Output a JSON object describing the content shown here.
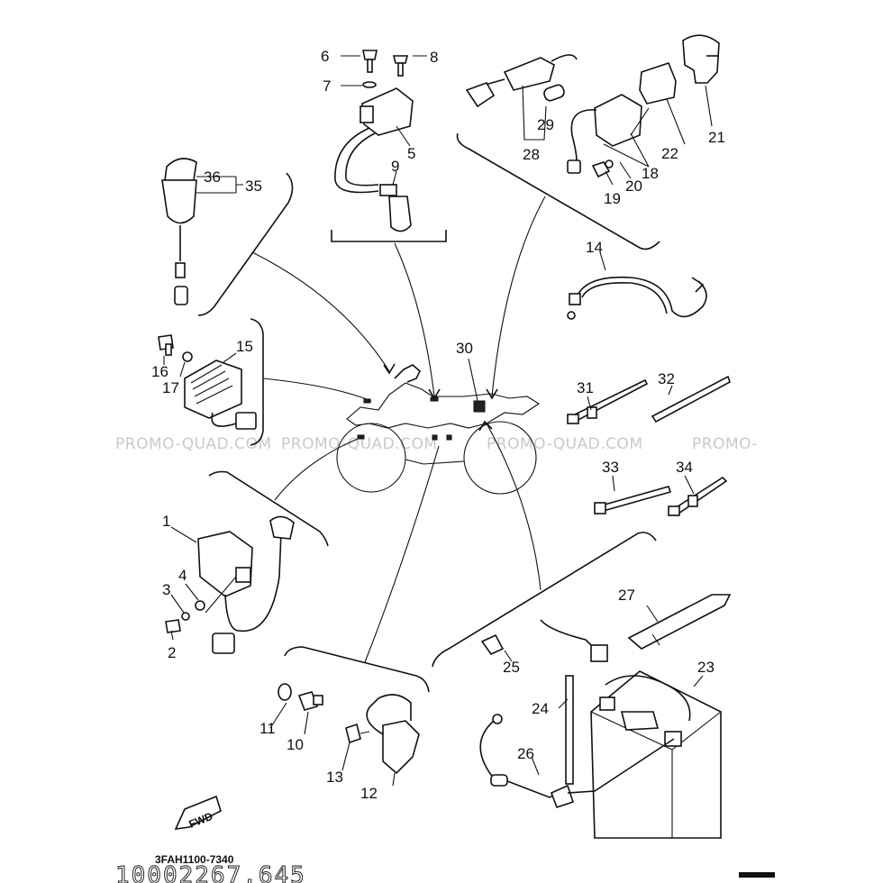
{
  "watermarks": [
    "PROMO-QUAD.COM",
    "PROMO-QUAD.COM",
    "PROMO-QUAD.COM",
    "PROMO-"
  ],
  "diagram_code": "3FAH1100-7340",
  "print_code": "10002267,645",
  "fwd_label": "FWD",
  "callouts": {
    "c1": "1",
    "c2": "2",
    "c3": "3",
    "c4": "4",
    "c5": "5",
    "c6": "6",
    "c7": "7",
    "c8": "8",
    "c9": "9",
    "c10": "10",
    "c11": "11",
    "c12": "12",
    "c13": "13",
    "c14": "14",
    "c15": "15",
    "c16": "16",
    "c17": "17",
    "c18": "18",
    "c19": "19",
    "c20": "20",
    "c21": "21",
    "c22": "22",
    "c23": "23",
    "c24": "24",
    "c25": "25",
    "c26": "26",
    "c27": "27",
    "c28": "28",
    "c29": "29",
    "c30": "30",
    "c31": "31",
    "c32": "32",
    "c33": "33",
    "c34": "34",
    "c35": "35",
    "c36": "36"
  }
}
